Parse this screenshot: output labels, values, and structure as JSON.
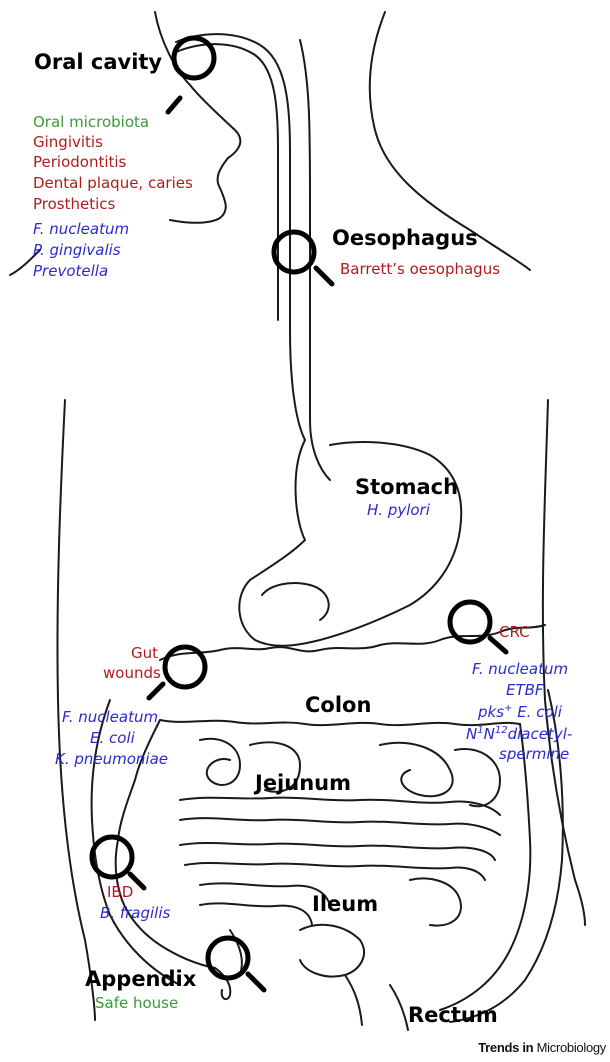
{
  "organs": {
    "oral_cavity": "Oral cavity",
    "oesophagus": "Oesophagus",
    "stomach": "Stomach",
    "colon": "Colon",
    "jejunum": "Jejunum",
    "ileum": "Ileum",
    "appendix": "Appendix",
    "rectum": "Rectum"
  },
  "oral": {
    "microbiota": "Oral microbiota",
    "conditions": [
      "Gingivitis",
      "Periodontitis",
      "Dental plaque, caries",
      "Prosthetics"
    ],
    "bacteria": [
      "F. nucleatum",
      "P. gingivalis",
      "Prevotella"
    ]
  },
  "oesophagus": {
    "condition": "Barrett’s oesophagus"
  },
  "stomach": {
    "bacterium": "H. pylori"
  },
  "gut_wounds": {
    "label": [
      "Gut",
      "wounds"
    ],
    "bacteria": [
      "F. nucleatum",
      "E. coli",
      "K. pneumoniae"
    ]
  },
  "crc": {
    "label": "CRC",
    "bacteria": [
      "F. nucleatum",
      "ETBF"
    ],
    "pks_prefix": "pks",
    "pks_sup": "+",
    "pks_suffix": " E. coli",
    "metabolite_n1": "N",
    "metabolite_sup1": "1",
    "metabolite_n12": "N",
    "metabolite_sup12": "12",
    "metabolite_rest": "diacetyl-",
    "metabolite_line2": "spermine"
  },
  "ibd": {
    "label": "IBD",
    "bacterium": "B. fragilis"
  },
  "appendix": {
    "role": "Safe house"
  },
  "colors": {
    "green": "#3a9a3a",
    "red": "#b01c1c",
    "blue": "#2a2ad0"
  },
  "credit": {
    "bold": "Trends in",
    "light": "Microbiology"
  }
}
